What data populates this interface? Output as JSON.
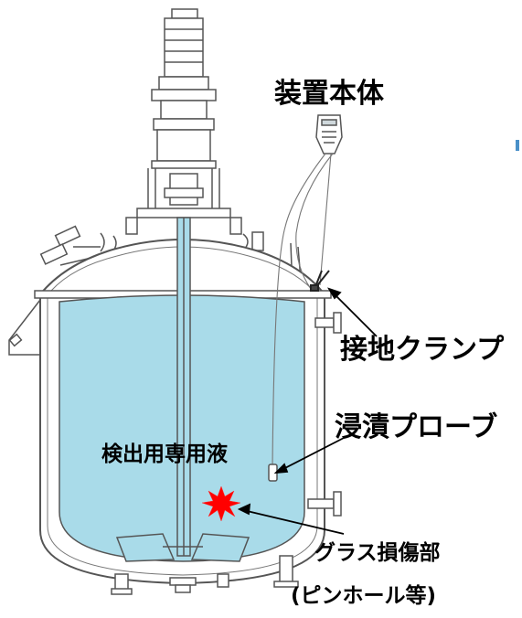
{
  "labels": {
    "device_body": "装置本体",
    "ground_clamp": "接地クランプ",
    "immersion_probe": "浸漬プローブ",
    "detection_liquid": "検出用専用液",
    "glass_damage": "グラス損傷部",
    "pinhole": "(ピンホール等)"
  },
  "colors": {
    "liquid": "#a9dbe9",
    "line": "#555555",
    "damage": "#ff0000",
    "marker": "#4a90c8"
  }
}
